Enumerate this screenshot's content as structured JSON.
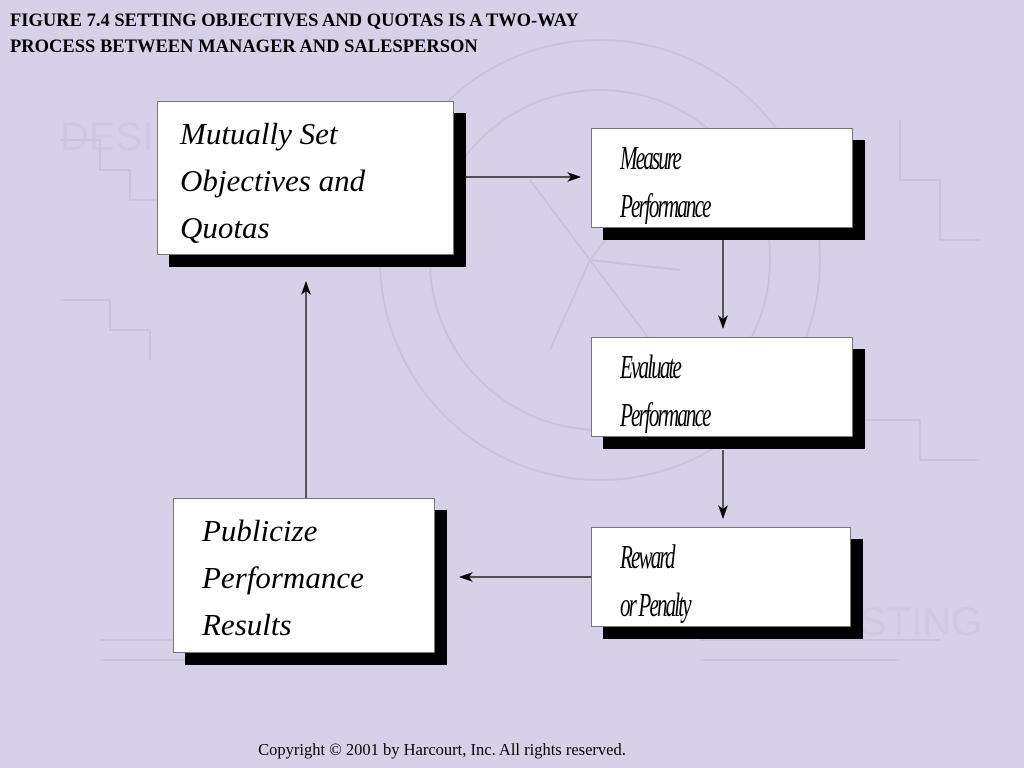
{
  "title": {
    "line1": "FIGURE 7.4 SETTING OBJECTIVES AND QUOTAS IS A TWO-WAY",
    "line2": "PROCESS BETWEEN MANAGER AND SALESPERSON"
  },
  "nodes": {
    "set_objectives": {
      "lines": [
        "Mutually Set",
        "Objectives and",
        "Quotas"
      ]
    },
    "measure_performance": {
      "lines": [
        "Measure",
        "Performance"
      ]
    },
    "evaluate_performance": {
      "lines": [
        "Evaluate",
        "Performance"
      ]
    },
    "reward_penalty": {
      "lines": [
        "Reward",
        "or Penalty"
      ]
    },
    "publicize_results": {
      "lines": [
        "Publicize",
        "Performance",
        "Results"
      ]
    }
  },
  "footer": {
    "copyright": "Copyright © 2001 by Harcourt, Inc.  All rights reserved."
  },
  "colors": {
    "background": "#d7d0e9",
    "box_fill": "#ffffff",
    "shadow": "#000000"
  }
}
